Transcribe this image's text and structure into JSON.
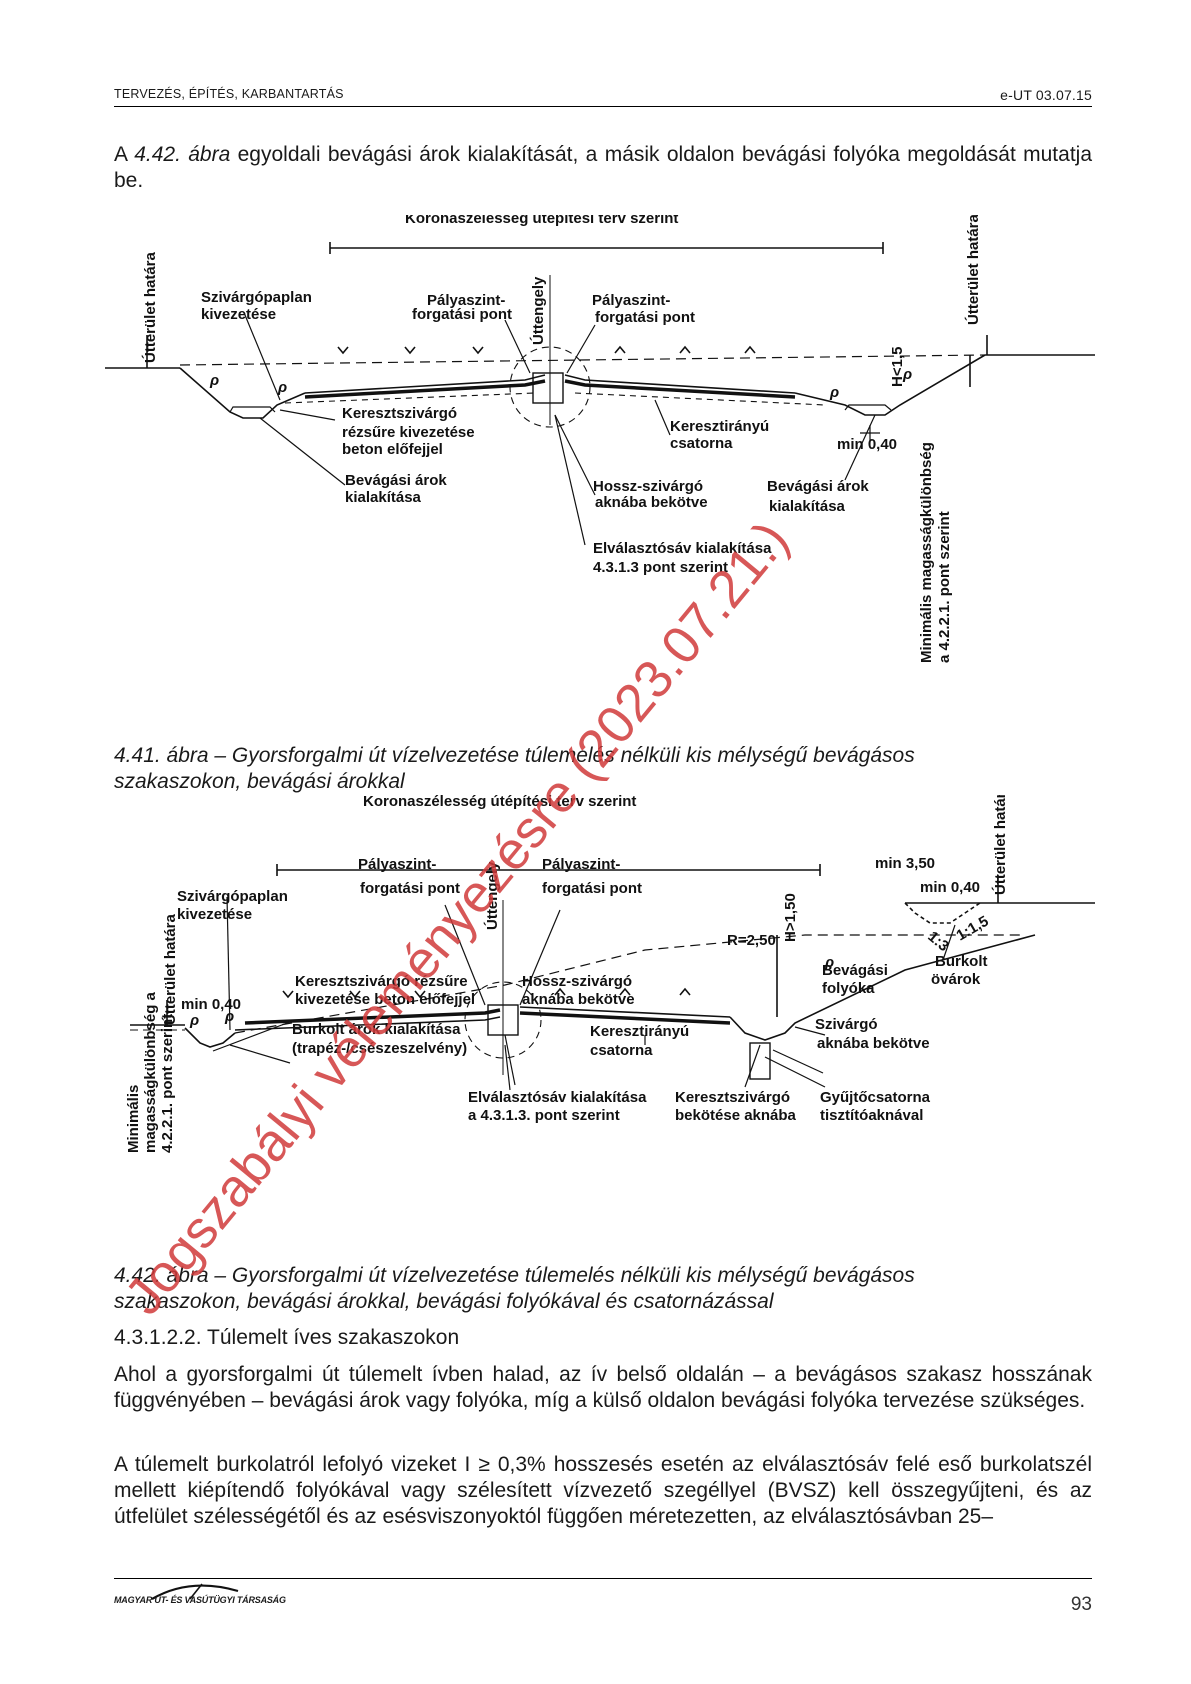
{
  "header": {
    "left": "TERVEZÉS, ÉPÍTÉS, KARBANTARTÁS",
    "right": "e-UT 03.07.15"
  },
  "intro": {
    "prefix": "A ",
    "ref": "4.42. ábra",
    "rest": " egyoldali bevágási árok kialakítását, a másik oldalon bevágási folyóka megoldását mutatja be."
  },
  "fig1": {
    "top_label": "Koronaszélesség útépítési terv szerint",
    "utterulet_left": "Útterület határa",
    "utterulet_right": "Útterület határa",
    "szivargo_1": "Szivárgópaplan",
    "szivargo_2": "kivezetése",
    "palya_left_1": "Pályaszint-",
    "palya_left_2": "forgatási pont",
    "uttengely": "Úttengely",
    "palya_right_1": "Pályaszint-",
    "palya_right_2": "forgatási pont",
    "h_label": "H<1,5",
    "kereszt_1": "Keresztszivárgó",
    "kereszt_2": "rézsűre kivezetése",
    "kereszt_3": "beton előfejjel",
    "keresztir_1": "Keresztirányú",
    "keresztir_2": "csatorna",
    "min040": "min 0,40",
    "bevagasi_left_1": "Bevágási árok",
    "bevagasi_left_2": "kialakítása",
    "hossz_1": "Hossz-szivárgó",
    "hossz_2": "aknába bekötve",
    "bevagasi_right_1": "Bevágási árok",
    "bevagasi_right_2": "kialakítása",
    "elval_1": "Elválasztósáv kialakítása",
    "elval_2": "4.3.1.3 pont szerint",
    "minimalis_1": "Minimális magasságkülönbség",
    "minimalis_2": "a 4.2.2.1. pont szerint",
    "rho": "ρ"
  },
  "caption1": "4.41. ábra – Gyorsforgalmi út vízelvezetése túlemelés nélküli kis mélységű bevágásos szakaszokon, bevágási árokkal",
  "fig2": {
    "top_label": "Koronaszélesség útépítési terv szerint",
    "utterulet_left": "Útterület határa",
    "utterulet_right": "Útterület határa",
    "szivargo_1": "Szivárgópaplan",
    "szivargo_2": "kivezetése",
    "palya_left_1": "Pályaszint-",
    "palya_left_2": "forgatási pont",
    "uttengely": "Úttengely",
    "palya_right_1": "Pályaszint-",
    "palya_right_2": "forgatási pont",
    "min350": "min 3,50",
    "min040_right": "min 0,40",
    "r250": "R=2,50",
    "h_label": "H>1,50",
    "slope_1": "1:3",
    "slope_2": "1:1,5",
    "burkolt_ovarok_1": "Burkolt",
    "burkolt_ovarok_2": "övárok",
    "kereszt_1": "Keresztszivárgó rézsűre",
    "kereszt_2": "kivezetése beton előfejjel",
    "hossz_1": "Hossz-szivárgó",
    "hossz_2": "aknába bekötve",
    "bevagasi_folyoka_1": "Bevágási",
    "bevagasi_folyoka_2": "folyóka",
    "min040_left": "min 0,40",
    "burkolt_arok_1": "Burkolt árok kialakítása",
    "burkolt_arok_2": "(trapéz-/csészeszelvény)",
    "keresztir_1": "Keresztirányú",
    "keresztir_2": "csatorna",
    "szivargo_akna_1": "Szivárgó",
    "szivargo_akna_2": "aknába bekötve",
    "elval_1": "Elválasztósáv kialakítása",
    "elval_2": "a 4.3.1.3. pont szerint",
    "kereszt_bekotes_1": "Keresztszivárgó",
    "kereszt_bekotes_2": "bekötése aknába",
    "gyujto_1": "Gyűjtőcsatorna",
    "gyujto_2": "tisztítóaknával",
    "minimalis_1": "Minimális",
    "minimalis_2": "magasságkülönbség a",
    "minimalis_3": "4.2.2.1. pont szerint",
    "rho": "ρ"
  },
  "caption2": "4.42. ábra – Gyorsforgalmi út vízelvezetése túlemelés nélküli kis mélységű bevágásos szakaszokon, bevágási árokkal, bevágási folyókával és csatornázással",
  "section_title": "4.3.1.2.2. Túlemelt íves szakaszokon",
  "para1": "Ahol a gyorsforgalmi út túlemelt ívben halad, az ív belső oldalán – a bevágásos szakasz hosszának függvényében – bevágási árok vagy folyóka, míg a külső oldalon bevágási folyóka tervezése szükséges.",
  "para2": "A túlemelt burkolatról lefolyó vizeket I ≥ 0,3% hosszesés esetén az elválasztósáv felé eső burkolatszél mellett kiépítendő folyókával vagy szélesített vízvezető szegéllyel (BVSZ) kell összegyűjteni, és az útfelület szélességétől és az esésviszonyoktól függően méretezetten, az elválasztósávban 25–",
  "watermark": "Jogszabályi véleményezésre (2023.07.21.)",
  "footer": {
    "logo": "MAGYAR ÚT- ÉS VASÚTÜGYI TÁRSASÁG",
    "page": "93"
  },
  "colors": {
    "watermark": "#d03a3a",
    "ink": "#1a1a1a"
  }
}
